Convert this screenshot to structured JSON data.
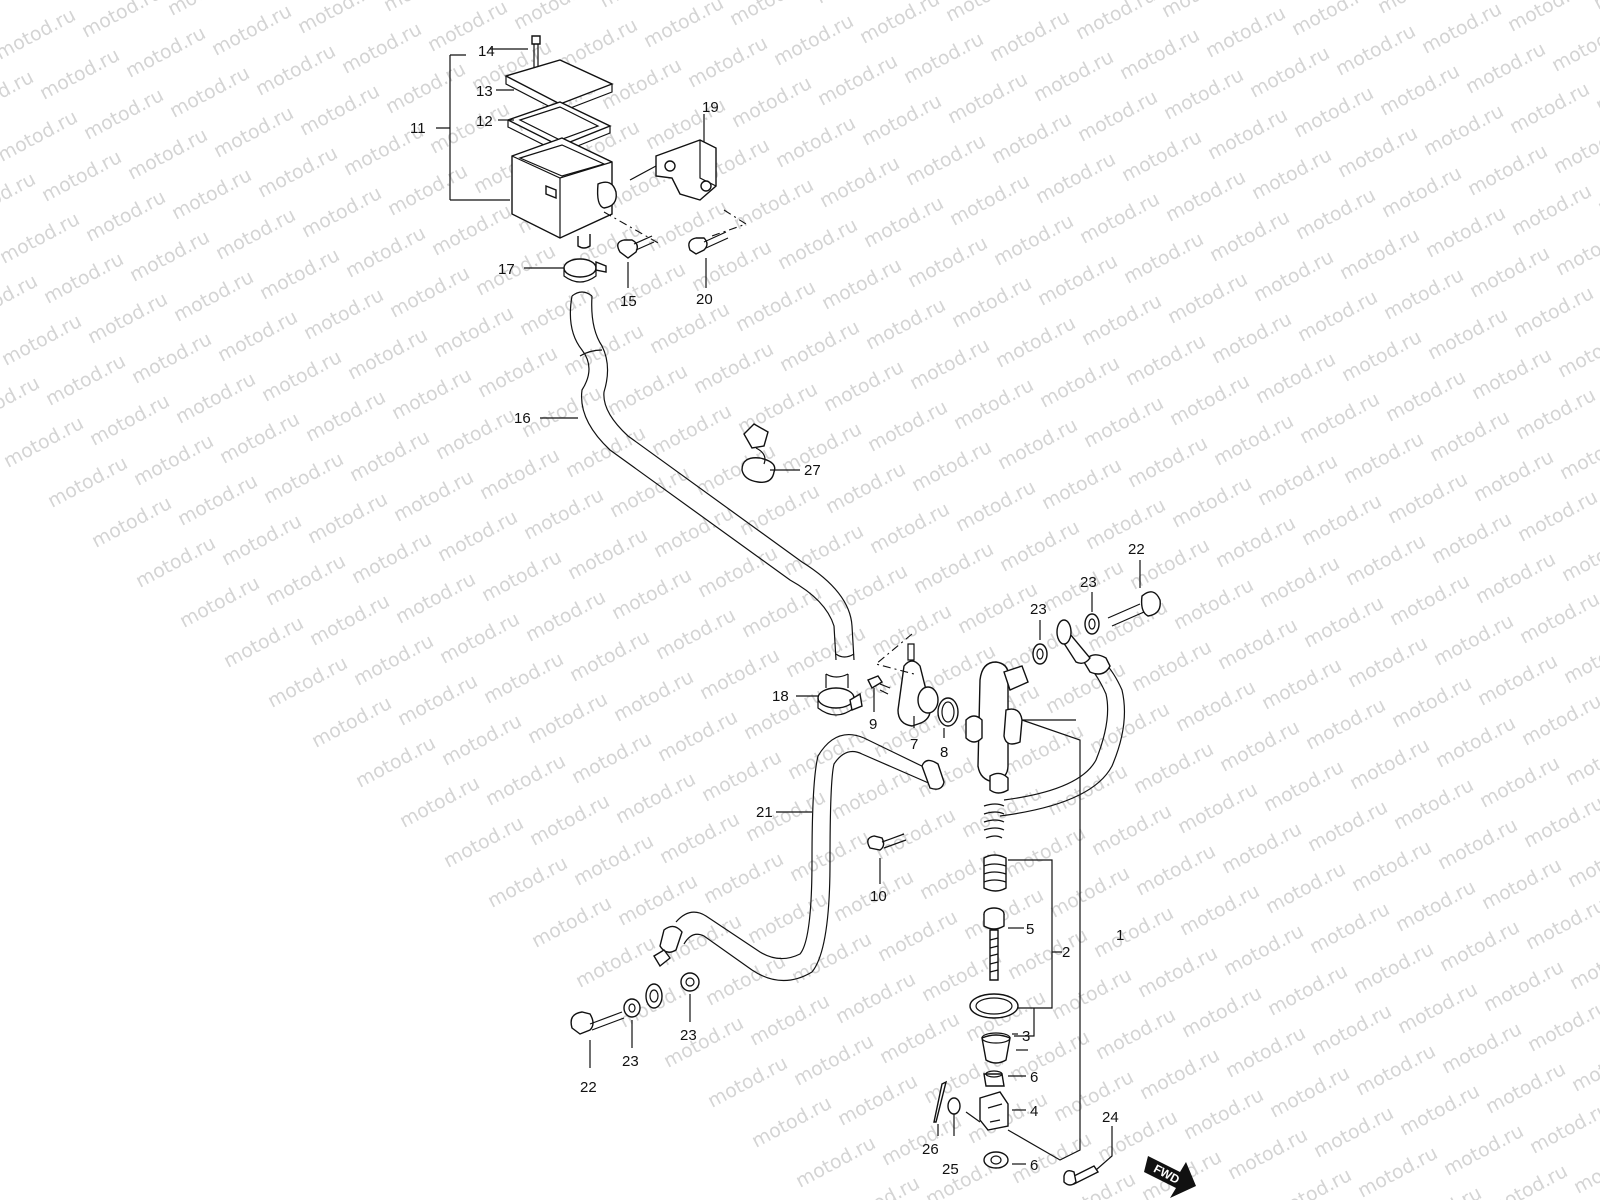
{
  "diagram": {
    "watermark": "motod.ru",
    "fwd_label": "FWD",
    "labels": {
      "l1": "1",
      "l2": "2",
      "l3": "3",
      "l4": "4",
      "l5": "5",
      "l6a": "6",
      "l6b": "6",
      "l7": "7",
      "l8": "8",
      "l9": "9",
      "l10": "10",
      "l11": "11",
      "l12": "12",
      "l13": "13",
      "l14": "14",
      "l15": "15",
      "l16": "16",
      "l17": "17",
      "l18": "18",
      "l19": "19",
      "l20": "20",
      "l21": "21",
      "l22a": "22",
      "l22b": "22",
      "l23a": "23",
      "l23b": "23",
      "l23c": "23",
      "l23d": "23",
      "l24": "24",
      "l25": "25",
      "l26": "26",
      "l27": "27"
    }
  }
}
